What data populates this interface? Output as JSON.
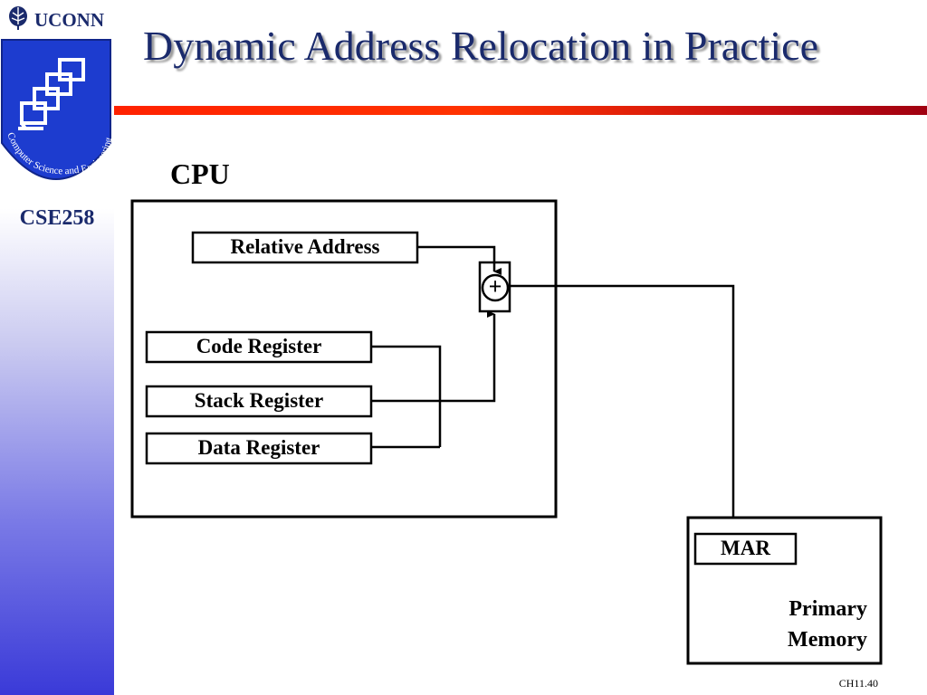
{
  "header": {
    "logo_text": "UCONN",
    "title": "Dynamic Address Relocation in Practice",
    "course": "CSE258",
    "badge_text": "Computer Science and Engineering"
  },
  "diagram": {
    "cpu_label": "CPU",
    "relative_address": "Relative Address",
    "adder_symbol": "+",
    "code_register": "Code Register",
    "stack_register": "Stack Register",
    "data_register": "Data Register",
    "mar": "MAR",
    "primary_memory_line1": "Primary",
    "primary_memory_line2": "Memory"
  },
  "footer": {
    "slide_number": "CH11.40"
  },
  "colors": {
    "title": "#1a2a6c",
    "rule_start": "#ff2200",
    "rule_end": "#a00010",
    "sidebar_bottom": "#3a3ad8"
  }
}
